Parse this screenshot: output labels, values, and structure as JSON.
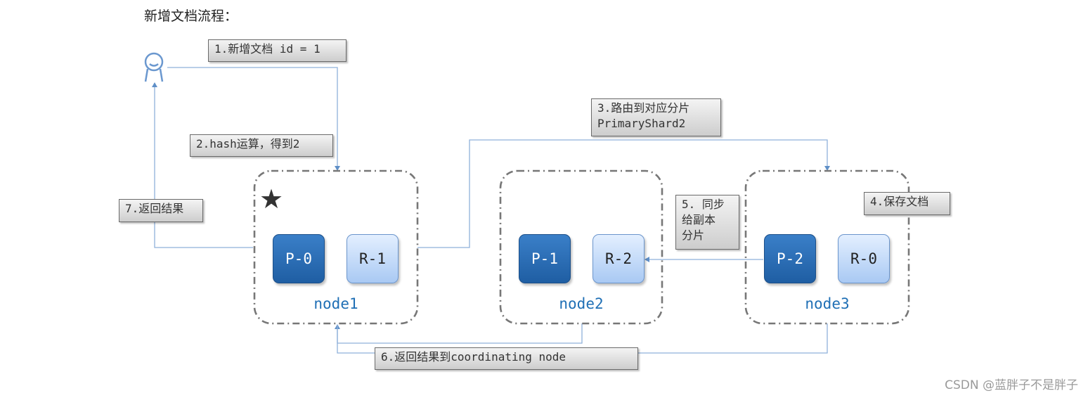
{
  "title": "新增文档流程：",
  "steps": {
    "s1": "1.新增文档 id = 1",
    "s2": "2.hash运算，得到2",
    "s3_line1": "3.路由到对应分片",
    "s3_line2": "PrimaryShard2",
    "s4": "4.保存文档",
    "s5_line1": "5. 同步",
    "s5_line2": "给副本",
    "s5_line3": "分片",
    "s6": "6.返回结果到coordinating node",
    "s7": "7.返回结果"
  },
  "nodes": [
    {
      "name": "node1",
      "primary": "P-0",
      "replica": "R-1",
      "coordinating": true
    },
    {
      "name": "node2",
      "primary": "P-1",
      "replica": "R-2",
      "coordinating": false
    },
    {
      "name": "node3",
      "primary": "P-2",
      "replica": "R-0",
      "coordinating": false
    }
  ],
  "colors": {
    "primary_shard": "#1f5ea3",
    "replica_shard": "#a9c9f3",
    "node_label": "#1f6fb5",
    "arrow": "#7aa6d6",
    "node_border": "#777777"
  },
  "icons": {
    "coordinating_marker": "star-icon",
    "client": "user-icon"
  },
  "watermark": "CSDN @蓝胖子不是胖子"
}
